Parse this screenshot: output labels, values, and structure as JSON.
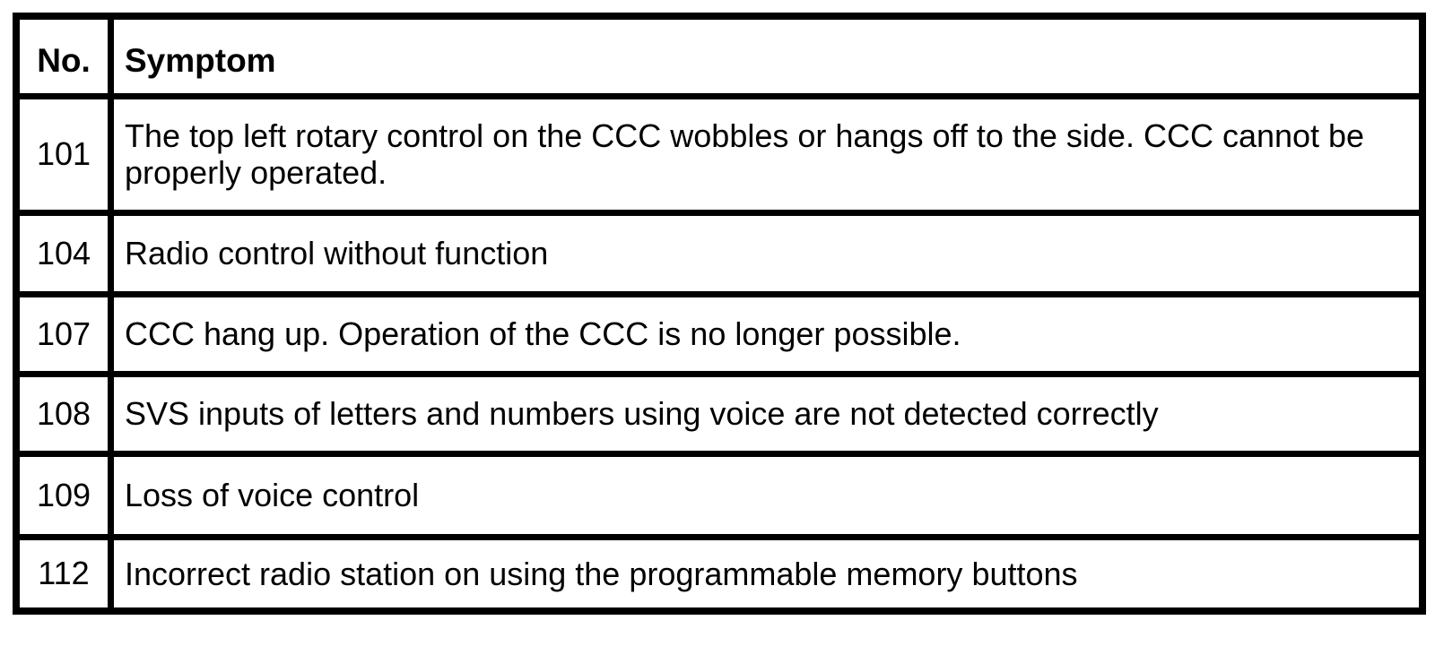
{
  "table": {
    "columns": [
      {
        "label": "No."
      },
      {
        "label": "Symptom"
      }
    ],
    "rows": [
      {
        "no": "101",
        "symptom": "The top left rotary control on the CCC wobbles or hangs off to the side. CCC cannot be properly operated."
      },
      {
        "no": "104",
        "symptom": "Radio control without function"
      },
      {
        "no": "107",
        "symptom": "CCC hang up. Operation of the CCC is no longer possible."
      },
      {
        "no": "108",
        "symptom": "SVS inputs of letters and numbers using voice are not detected correctly"
      },
      {
        "no": "109",
        "symptom": "Loss of voice control"
      },
      {
        "no": "112",
        "symptom": "Incorrect radio station on using the programmable memory buttons"
      }
    ]
  },
  "colors": {
    "line": "#000000",
    "paper": "#ffffff",
    "ink": "#000000"
  }
}
